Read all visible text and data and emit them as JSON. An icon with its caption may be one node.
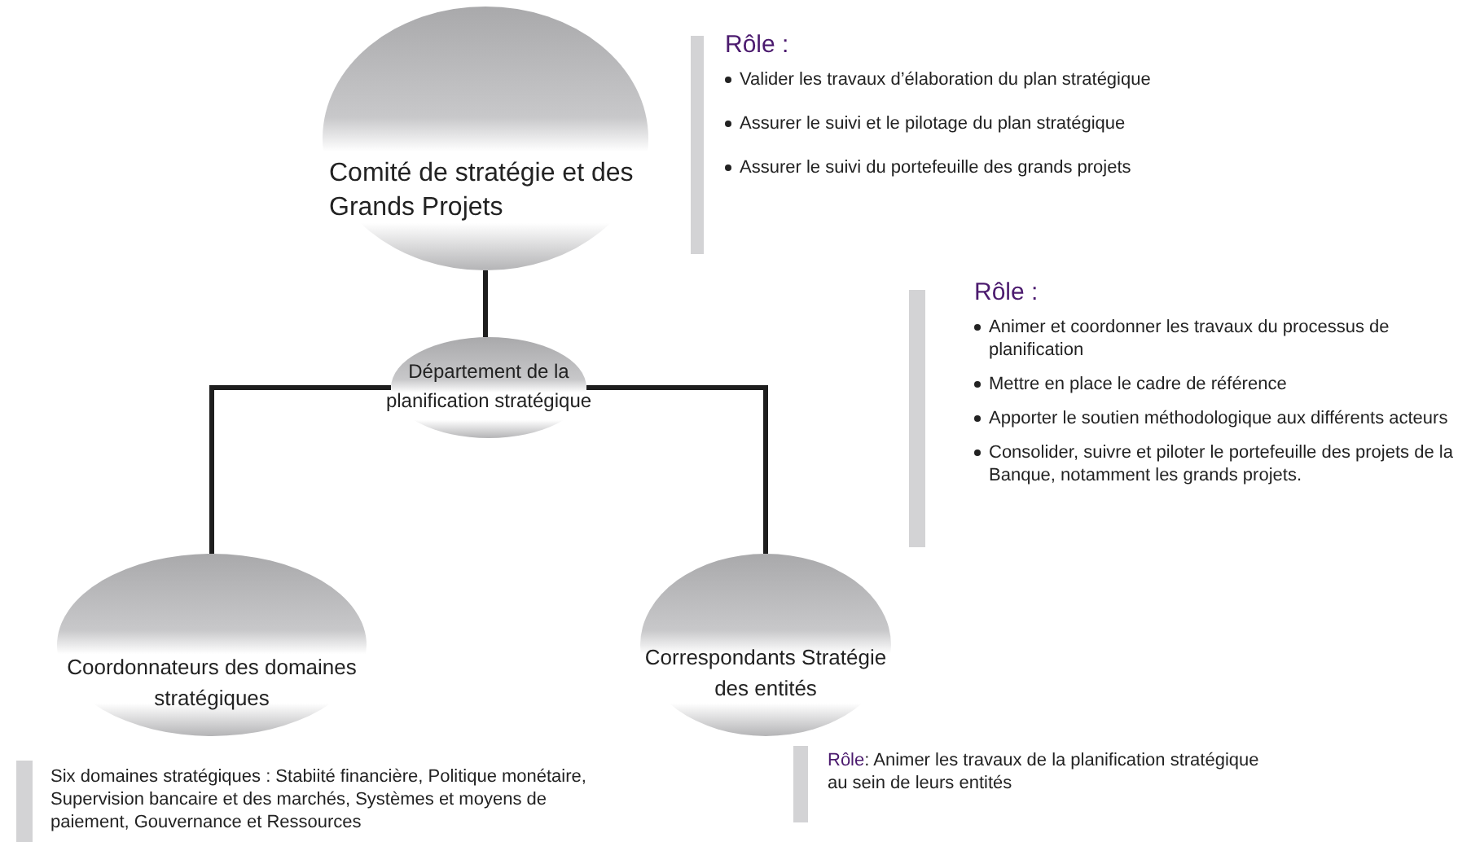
{
  "diagram": {
    "nodes": [
      {
        "text": [
          "Comité de stratégie et des Grands Projets"
        ],
        "beside": [
          "Rôle :",
          "Valider les travaux d’élaboration du plan stratégique",
          "Assurer le suivi et le pilotage du plan stratégique",
          "Assurer le suivi du portefeuille des grands projets"
        ]
      },
      {
        "text": [
          "Département de la planification stratégique"
        ],
        "beside": [
          "Rôle :",
          "Animer et coordonner les travaux du processus de planification",
          "Mettre en place le cadre de référence",
          "Apporter le soutien méthodologique aux différents acteurs",
          "Consolider, suivre et piloter le portefeuille des projets de la Banque, notamment les grands projets."
        ]
      },
      {
        "text": [
          "Coordonnateurs des domaines stratégiques"
        ],
        "beside": [
          "Six domaines stratégiques : Stabiité financière, Politique monétaire, Supervision bancaire et des marchés, Systèmes et moyens de paiement, Gouvernance et Ressources"
        ]
      },
      {
        "text": [
          "Correspondants Stratégie des entités"
        ],
        "beside": [
          "Rôle",
          ": Animer les travaux de la planification stratégique au sein de leurs entités"
        ]
      }
    ],
    "edges": [
      {
        "from": 0,
        "to": 1,
        "arrow": "none"
      },
      {
        "from": 1,
        "to": 2,
        "arrow": "none"
      },
      {
        "from": 1,
        "to": 3,
        "arrow": "none"
      }
    ]
  }
}
